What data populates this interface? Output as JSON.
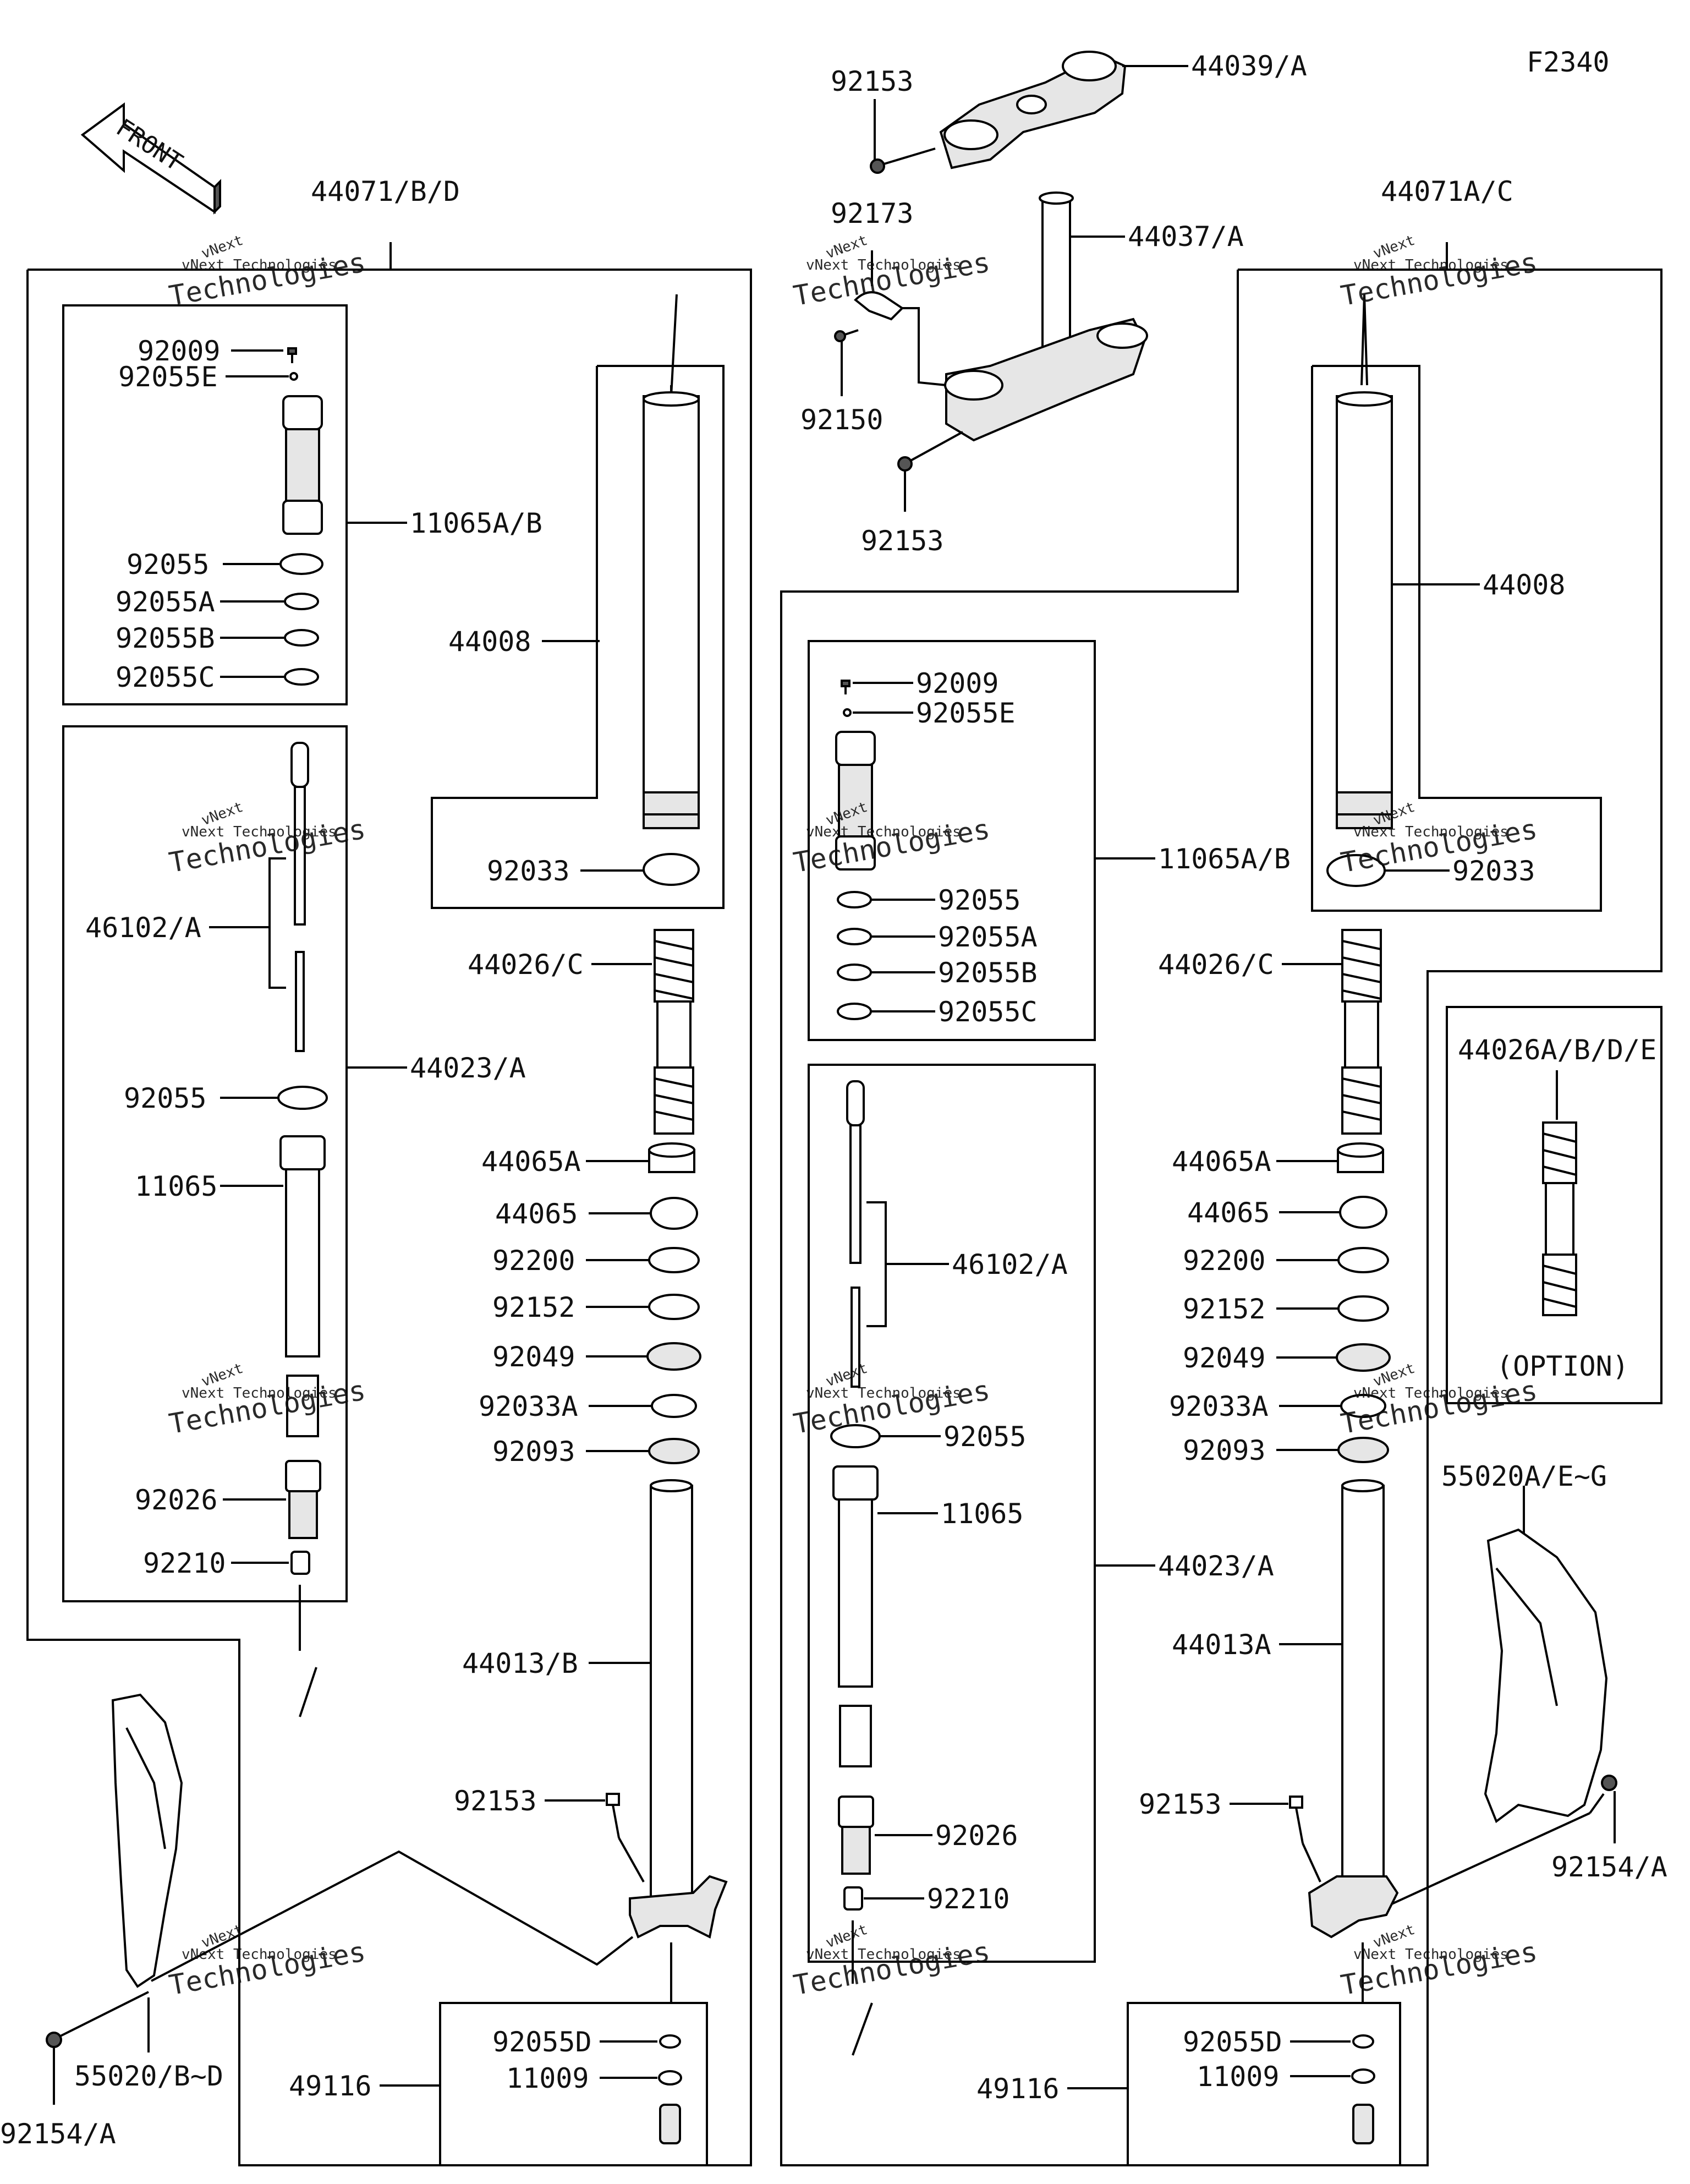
{
  "figure_code": "F2340",
  "front_arrow": {
    "text": "FRONT",
    "icon": "front-arrow-icon"
  },
  "watermark": {
    "line1": "vNext Technologies",
    "line2": "Technologies",
    "prefix": "vNext"
  },
  "labels": {
    "top_clamp": "44039/A",
    "top_bolt": "92153",
    "stem": "44037/A",
    "clamp": "92173",
    "clamp_screw": "92150",
    "lower_bolt": "92153",
    "left_assy": "44071/B/D",
    "right_assy": "44071A/C",
    "l_92009": "92009",
    "l_92055E": "92055E",
    "l_11065AB": "11065A/B",
    "l_92055": "92055",
    "l_92055A": "92055A",
    "l_92055B": "92055B",
    "l_92055C": "92055C",
    "l_46102": "46102/A",
    "l_44023": "44023/A",
    "l_92055_2": "92055",
    "l_11065": "11065",
    "l_92026": "92026",
    "l_92210": "92210",
    "l_44008": "44008",
    "l_92033": "92033",
    "l_44026": "44026/C",
    "l_44065A": "44065A",
    "l_44065": "44065",
    "l_92200": "92200",
    "l_92152": "92152",
    "l_92049": "92049",
    "l_92033A": "92033A",
    "l_92093": "92093",
    "l_44013": "44013/B",
    "l_92153": "92153",
    "l_92055D": "92055D",
    "l_11009": "11009",
    "l_49116": "49116",
    "l_55020": "55020/B~D",
    "l_92154": "92154/A",
    "r_92009": "92009",
    "r_92055E": "92055E",
    "r_11065AB": "11065A/B",
    "r_92055": "92055",
    "r_92055A": "92055A",
    "r_92055B": "92055B",
    "r_92055C": "92055C",
    "r_46102": "46102/A",
    "r_92055_2": "92055",
    "r_11065": "11065",
    "r_44023": "44023/A",
    "r_92026": "92026",
    "r_92210": "92210",
    "r_44008": "44008",
    "r_92033": "92033",
    "r_44026": "44026/C",
    "r_44065A": "44065A",
    "r_44065": "44065",
    "r_92200": "92200",
    "r_92152": "92152",
    "r_92049": "92049",
    "r_92033A": "92033A",
    "r_92093": "92093",
    "r_44013": "44013A",
    "r_92153": "92153",
    "r_92055D": "92055D",
    "r_11009": "11009",
    "r_49116": "49116",
    "r_55020": "55020A/E~G",
    "r_92154": "92154/A",
    "opt_spring": "44026A/B/D/E",
    "opt_text": "(OPTION)"
  }
}
